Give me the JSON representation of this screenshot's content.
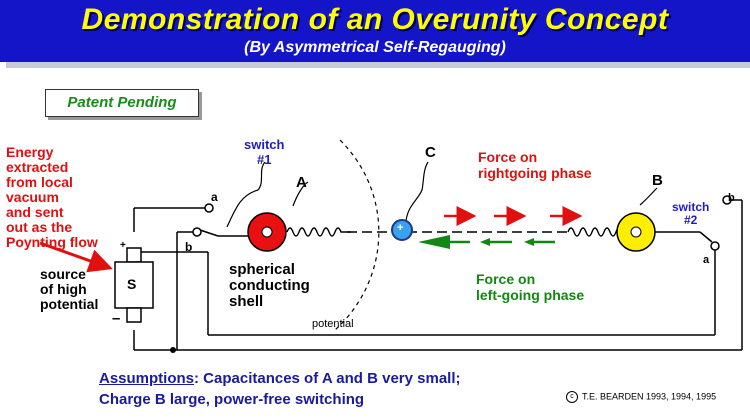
{
  "header": {
    "title": "Demonstration of an Overunity Concept",
    "subtitle": "(By Asymmetrical Self-Regauging)"
  },
  "patent_label": "Patent Pending",
  "energy_note": [
    "Energy",
    "extracted",
    "from local",
    "vacuum",
    "and sent",
    "out as the",
    "Poynting flow"
  ],
  "source_label": [
    "source",
    "of high",
    "potential"
  ],
  "source_box": "S",
  "polarity": {
    "plus": "+",
    "minus": "–"
  },
  "switch1": {
    "title": "switch",
    "number": "#1",
    "a": "a",
    "b": "b"
  },
  "switch2": {
    "title": "switch",
    "number": "#2",
    "a": "a",
    "b": "b"
  },
  "node_a": "A",
  "node_b": "B",
  "node_c": "C",
  "node_c_sign": "+",
  "shell_label": [
    "spherical",
    "conducting",
    "shell"
  ],
  "potential_label": "potential",
  "force_right": [
    "Force on",
    "rightgoing phase"
  ],
  "force_left": [
    "Force on",
    "left-going phase"
  ],
  "footer": {
    "assumptions_word": "Assumptions",
    "line1_rest": ": Capacitances of A and B very small;",
    "line2": "Charge B large, power-free  switching"
  },
  "copyright": "T.E. BEARDEN 1993, 1994, 1995",
  "copyright_mark": "c",
  "colors": {
    "banner": "#1414c8",
    "title": "#ffff00",
    "red_text": "#e01010",
    "blue_text": "#2020c0",
    "green_text": "#118811",
    "ball_a": "#e81010",
    "ball_b": "#ffee00",
    "ball_c": "#3aa0f0"
  },
  "icons": [
    "red-arrow-icon",
    "green-arrow-icon",
    "coil-icon"
  ]
}
